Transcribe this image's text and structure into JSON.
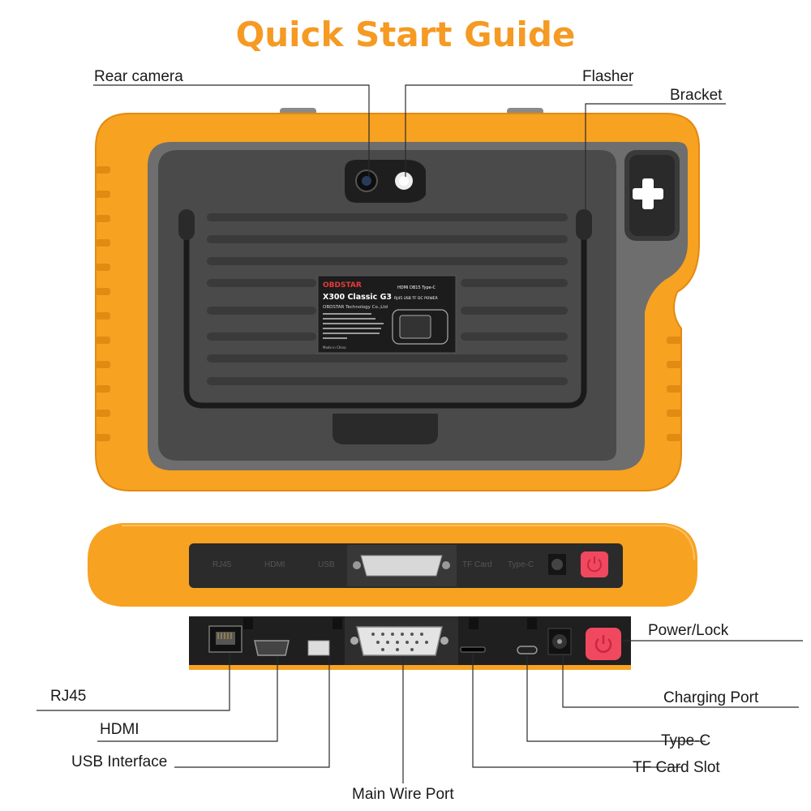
{
  "title": "Quick Start Guide",
  "colors": {
    "title": "#F59A23",
    "shell_orange": "#F7A221",
    "shell_orange_dark": "#E38A12",
    "panel_gray": "#6E6E6E",
    "panel_dark": "#3A3A3A",
    "power_button": "#F0485F",
    "leader_line": "#2B2B2B"
  },
  "callouts": {
    "rear_camera": "Rear camera",
    "flasher": "Flasher",
    "bracket": "Bracket",
    "power_lock": "Power/Lock",
    "rj45": "RJ45",
    "charging_port": "Charging Port",
    "hdmi": "HDMI",
    "type_c": "Type-C",
    "usb_interface": "USB Interface",
    "tf_card_slot": "TF Card Slot",
    "main_wire_port": "Main Wire Port"
  },
  "device_label": {
    "brand": "OBDSTAR",
    "model": "X300 Classic G3",
    "company": "OBDSTAR Technology Co.,Ltd",
    "port_legend_top": "HDMI  DB15  Type-C",
    "port_legend_bottom": "RJ45  USB   TF   DC  POWER",
    "made_in": "Made in China"
  },
  "side_panel_labels": {
    "rj45": "RJ45",
    "hdmi": "HDMI",
    "usb": "USB",
    "tf_card": "TF Card",
    "type_c": "Type-C"
  },
  "icons": [
    "plus-icon",
    "power-icon"
  ]
}
